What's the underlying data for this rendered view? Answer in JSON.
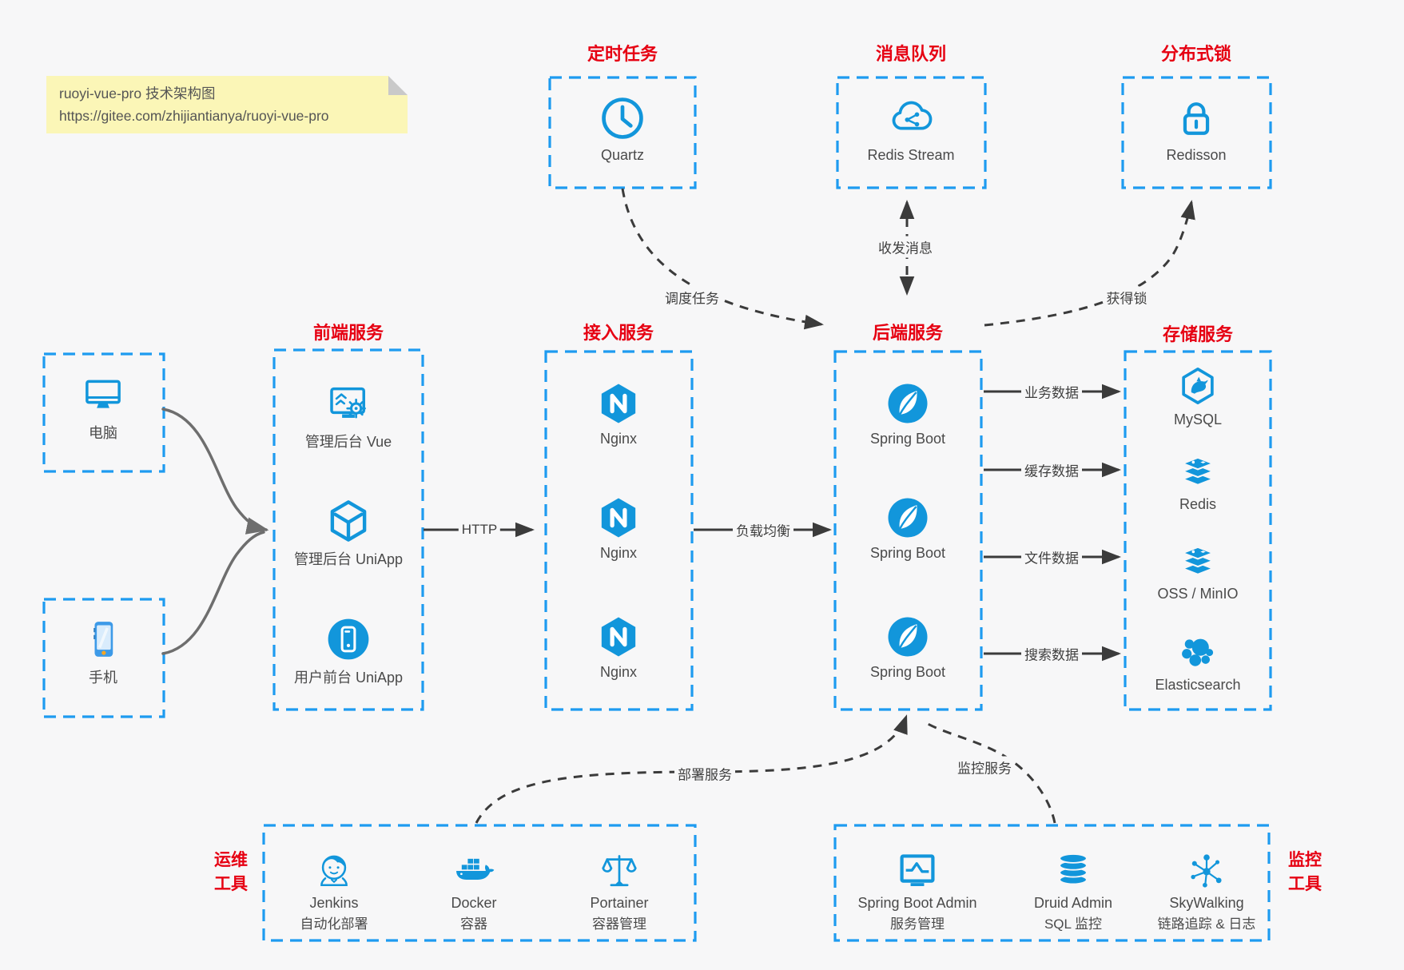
{
  "colors": {
    "background": "#f7f7f8",
    "box_border": "#1e9bf0",
    "icon_blue": "#1296db",
    "title_red": "#e60012",
    "arrow_dark": "#3b3b3b",
    "arrow_gray": "#6e6e6e",
    "note_bg": "#fbf6b7",
    "label_text": "#4a4a4a"
  },
  "note": {
    "line1": "ruoyi-vue-pro 技术架构图",
    "line2": "https://gitee.com/zhijiantianya/ruoyi-vue-pro"
  },
  "top_services": [
    {
      "title": "定时任务",
      "node": {
        "label": "Quartz",
        "icon": "clock-icon"
      }
    },
    {
      "title": "消息队列",
      "node": {
        "label": "Redis Stream",
        "icon": "cloud-stream-icon"
      }
    },
    {
      "title": "分布式锁",
      "node": {
        "label": "Redisson",
        "icon": "lock-icon"
      }
    }
  ],
  "clients": [
    {
      "label": "电脑",
      "icon": "desktop-icon"
    },
    {
      "label": "手机",
      "icon": "mobile-icon"
    }
  ],
  "columns": [
    {
      "title": "前端服务",
      "items": [
        {
          "label": "管理后台 Vue",
          "icon": "admin-vue-icon"
        },
        {
          "label": "管理后台 UniApp",
          "icon": "admin-uniapp-icon"
        },
        {
          "label": "用户前台 UniApp",
          "icon": "user-uniapp-icon"
        }
      ]
    },
    {
      "title": "接入服务",
      "items": [
        {
          "label": "Nginx",
          "icon": "nginx-icon"
        },
        {
          "label": "Nginx",
          "icon": "nginx-icon"
        },
        {
          "label": "Nginx",
          "icon": "nginx-icon"
        }
      ]
    },
    {
      "title": "后端服务",
      "items": [
        {
          "label": "Spring Boot",
          "icon": "spring-boot-icon"
        },
        {
          "label": "Spring Boot",
          "icon": "spring-boot-icon"
        },
        {
          "label": "Spring Boot",
          "icon": "spring-boot-icon"
        }
      ]
    },
    {
      "title": "存储服务",
      "items": [
        {
          "label": "MySQL",
          "icon": "mysql-icon"
        },
        {
          "label": "Redis",
          "icon": "redis-icon"
        },
        {
          "label": "OSS / MinIO",
          "icon": "oss-icon"
        },
        {
          "label": "Elasticsearch",
          "icon": "elasticsearch-icon"
        }
      ]
    }
  ],
  "tool_groups": [
    {
      "title_line1": "运维",
      "title_line2": "工具",
      "items": [
        {
          "name": "Jenkins",
          "desc": "自动化部署",
          "icon": "jenkins-icon"
        },
        {
          "name": "Docker",
          "desc": "容器",
          "icon": "docker-icon"
        },
        {
          "name": "Portainer",
          "desc": "容器管理",
          "icon": "portainer-icon"
        }
      ]
    },
    {
      "title_line1": "监控",
      "title_line2": "工具",
      "items": [
        {
          "name": "Spring Boot Admin",
          "desc": "服务管理",
          "icon": "spring-boot-admin-icon"
        },
        {
          "name": "Druid Admin",
          "desc": "SQL 监控",
          "icon": "druid-icon"
        },
        {
          "name": "SkyWalking",
          "desc": "链路追踪 & 日志",
          "icon": "skywalking-icon"
        }
      ]
    }
  ],
  "edge_labels": {
    "http": "HTTP",
    "load_balance": "负载均衡",
    "schedule": "调度任务",
    "message": "收发消息",
    "lock": "获得锁",
    "business_data": "业务数据",
    "cache_data": "缓存数据",
    "file_data": "文件数据",
    "search_data": "搜索数据",
    "deploy": "部署服务",
    "monitor": "监控服务"
  }
}
